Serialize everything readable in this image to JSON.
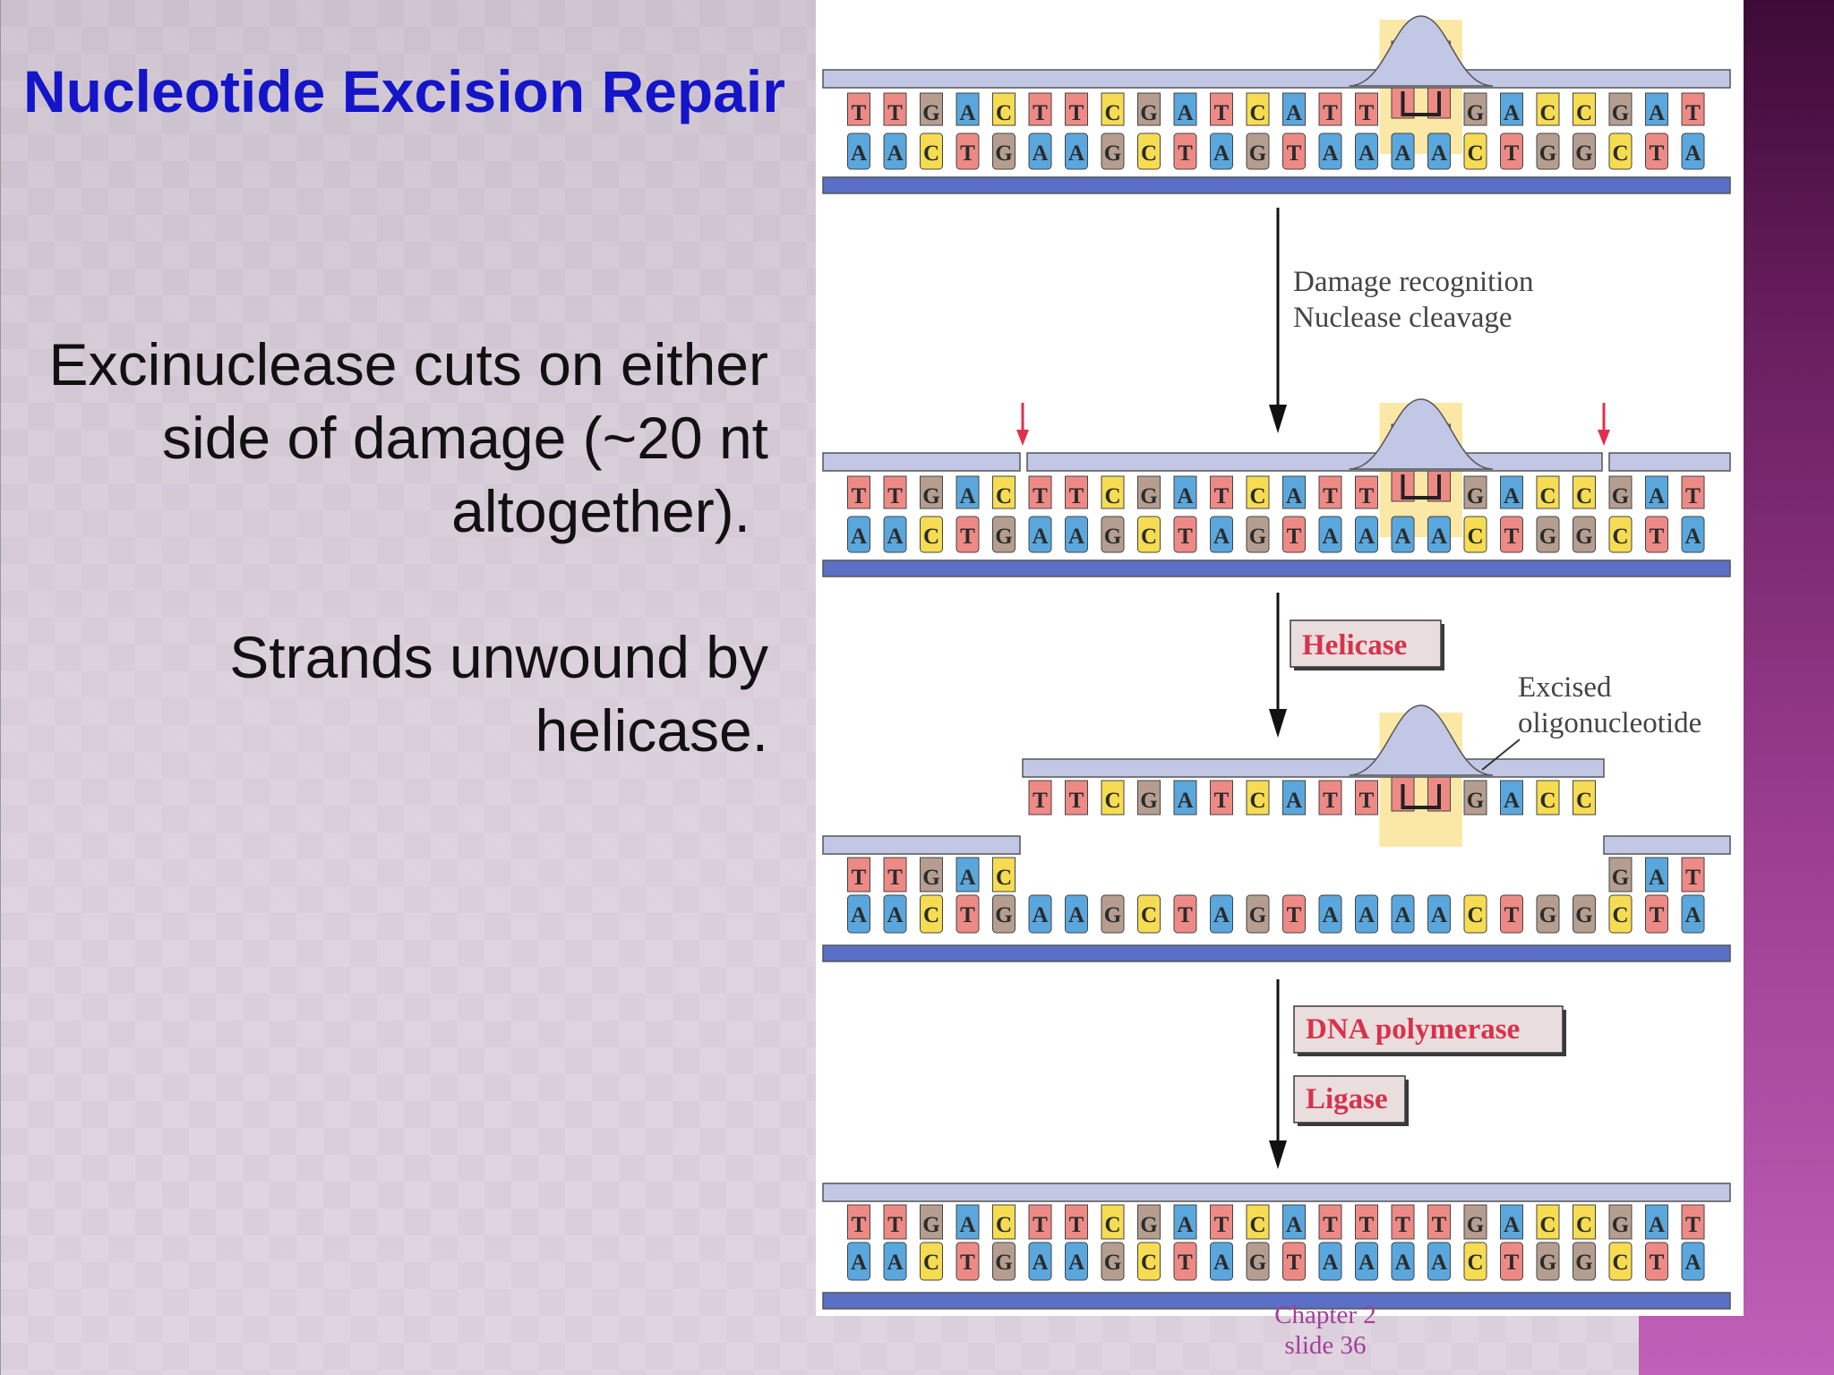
{
  "slide": {
    "title": "Nucleotide Excision Repair",
    "paragraph1": [
      "Excinuclease cuts on either",
      "side of damage (~20 nt",
      "altogether)."
    ],
    "paragraph2": [
      "Strands unwound by",
      "helicase."
    ],
    "footer": [
      "Chapter 2",
      "slide 36"
    ]
  },
  "figure": {
    "top_strand": [
      "T",
      "T",
      "G",
      "A",
      "C",
      "T",
      "T",
      "C",
      "G",
      "A",
      "T",
      "C",
      "A",
      "T",
      "T",
      "T",
      "T",
      "G",
      "A",
      "C",
      "C",
      "G",
      "A",
      "T"
    ],
    "bottom_strand": [
      "A",
      "A",
      "C",
      "T",
      "G",
      "A",
      "A",
      "G",
      "C",
      "T",
      "A",
      "G",
      "T",
      "A",
      "A",
      "A",
      "A",
      "C",
      "T",
      "G",
      "G",
      "C",
      "T",
      "A"
    ],
    "dimer": [
      "T",
      "T"
    ],
    "labels": {
      "step1_line1": "Damage recognition",
      "step1_line2": "Nuclease cleavage",
      "helicase": "Helicase",
      "excised_line1": "Excised",
      "excised_line2": "oligonucleotide",
      "polymerase": "DNA polymerase",
      "ligase": "Ligase"
    },
    "colors": {
      "A": "#5aa7dd",
      "T": "#ee8a86",
      "G": "#b59e90",
      "C": "#f6dc52",
      "backbone_top": "#c2c7e6",
      "backbone_bottom": "#5b6fc6",
      "damage_highlight": "#fbe8a6",
      "cut_arrow": "#e0304c",
      "enzyme_box": "#e9dedd"
    }
  }
}
